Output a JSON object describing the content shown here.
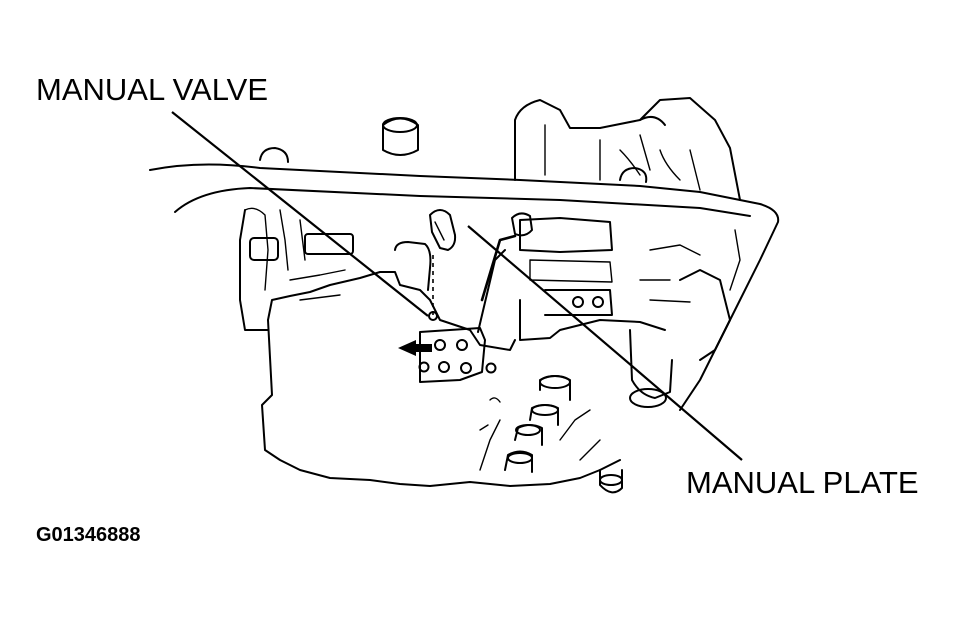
{
  "labels": {
    "manual_valve": "MANUAL VALVE",
    "manual_plate": "MANUAL PLATE",
    "figure_id": "G01346888"
  },
  "colors": {
    "ink": "#000000",
    "background": "#ffffff"
  }
}
